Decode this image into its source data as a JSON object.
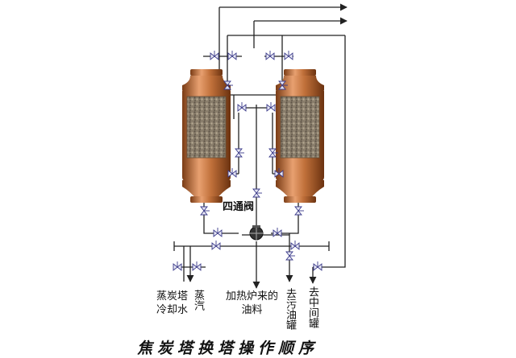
{
  "diagram": {
    "valve_label": "四通阀",
    "outlets": [
      {
        "id": "coke_cooling_water",
        "text": "蒸炭塔\n冷却水"
      },
      {
        "id": "steam",
        "text": "蒸汽"
      },
      {
        "id": "furnace_oil",
        "text": "加热炉来的\n油料"
      },
      {
        "id": "dirty_oil_tank",
        "text": "去污油罐"
      },
      {
        "id": "middle_tank",
        "text": "去中间罐"
      }
    ],
    "title": "焦炭塔换塔操作顺序"
  },
  "colors": {
    "vessel_copper": "#c0703a",
    "vessel_highlight": "#e8a070",
    "vessel_shadow": "#7a3c15",
    "coke_bed": "#8a7e6c",
    "pipe": "#222222",
    "valve": "#3a3a8a"
  },
  "icons": [
    "coke-tower",
    "gate-valve",
    "four-way-valve",
    "flow-arrow"
  ]
}
